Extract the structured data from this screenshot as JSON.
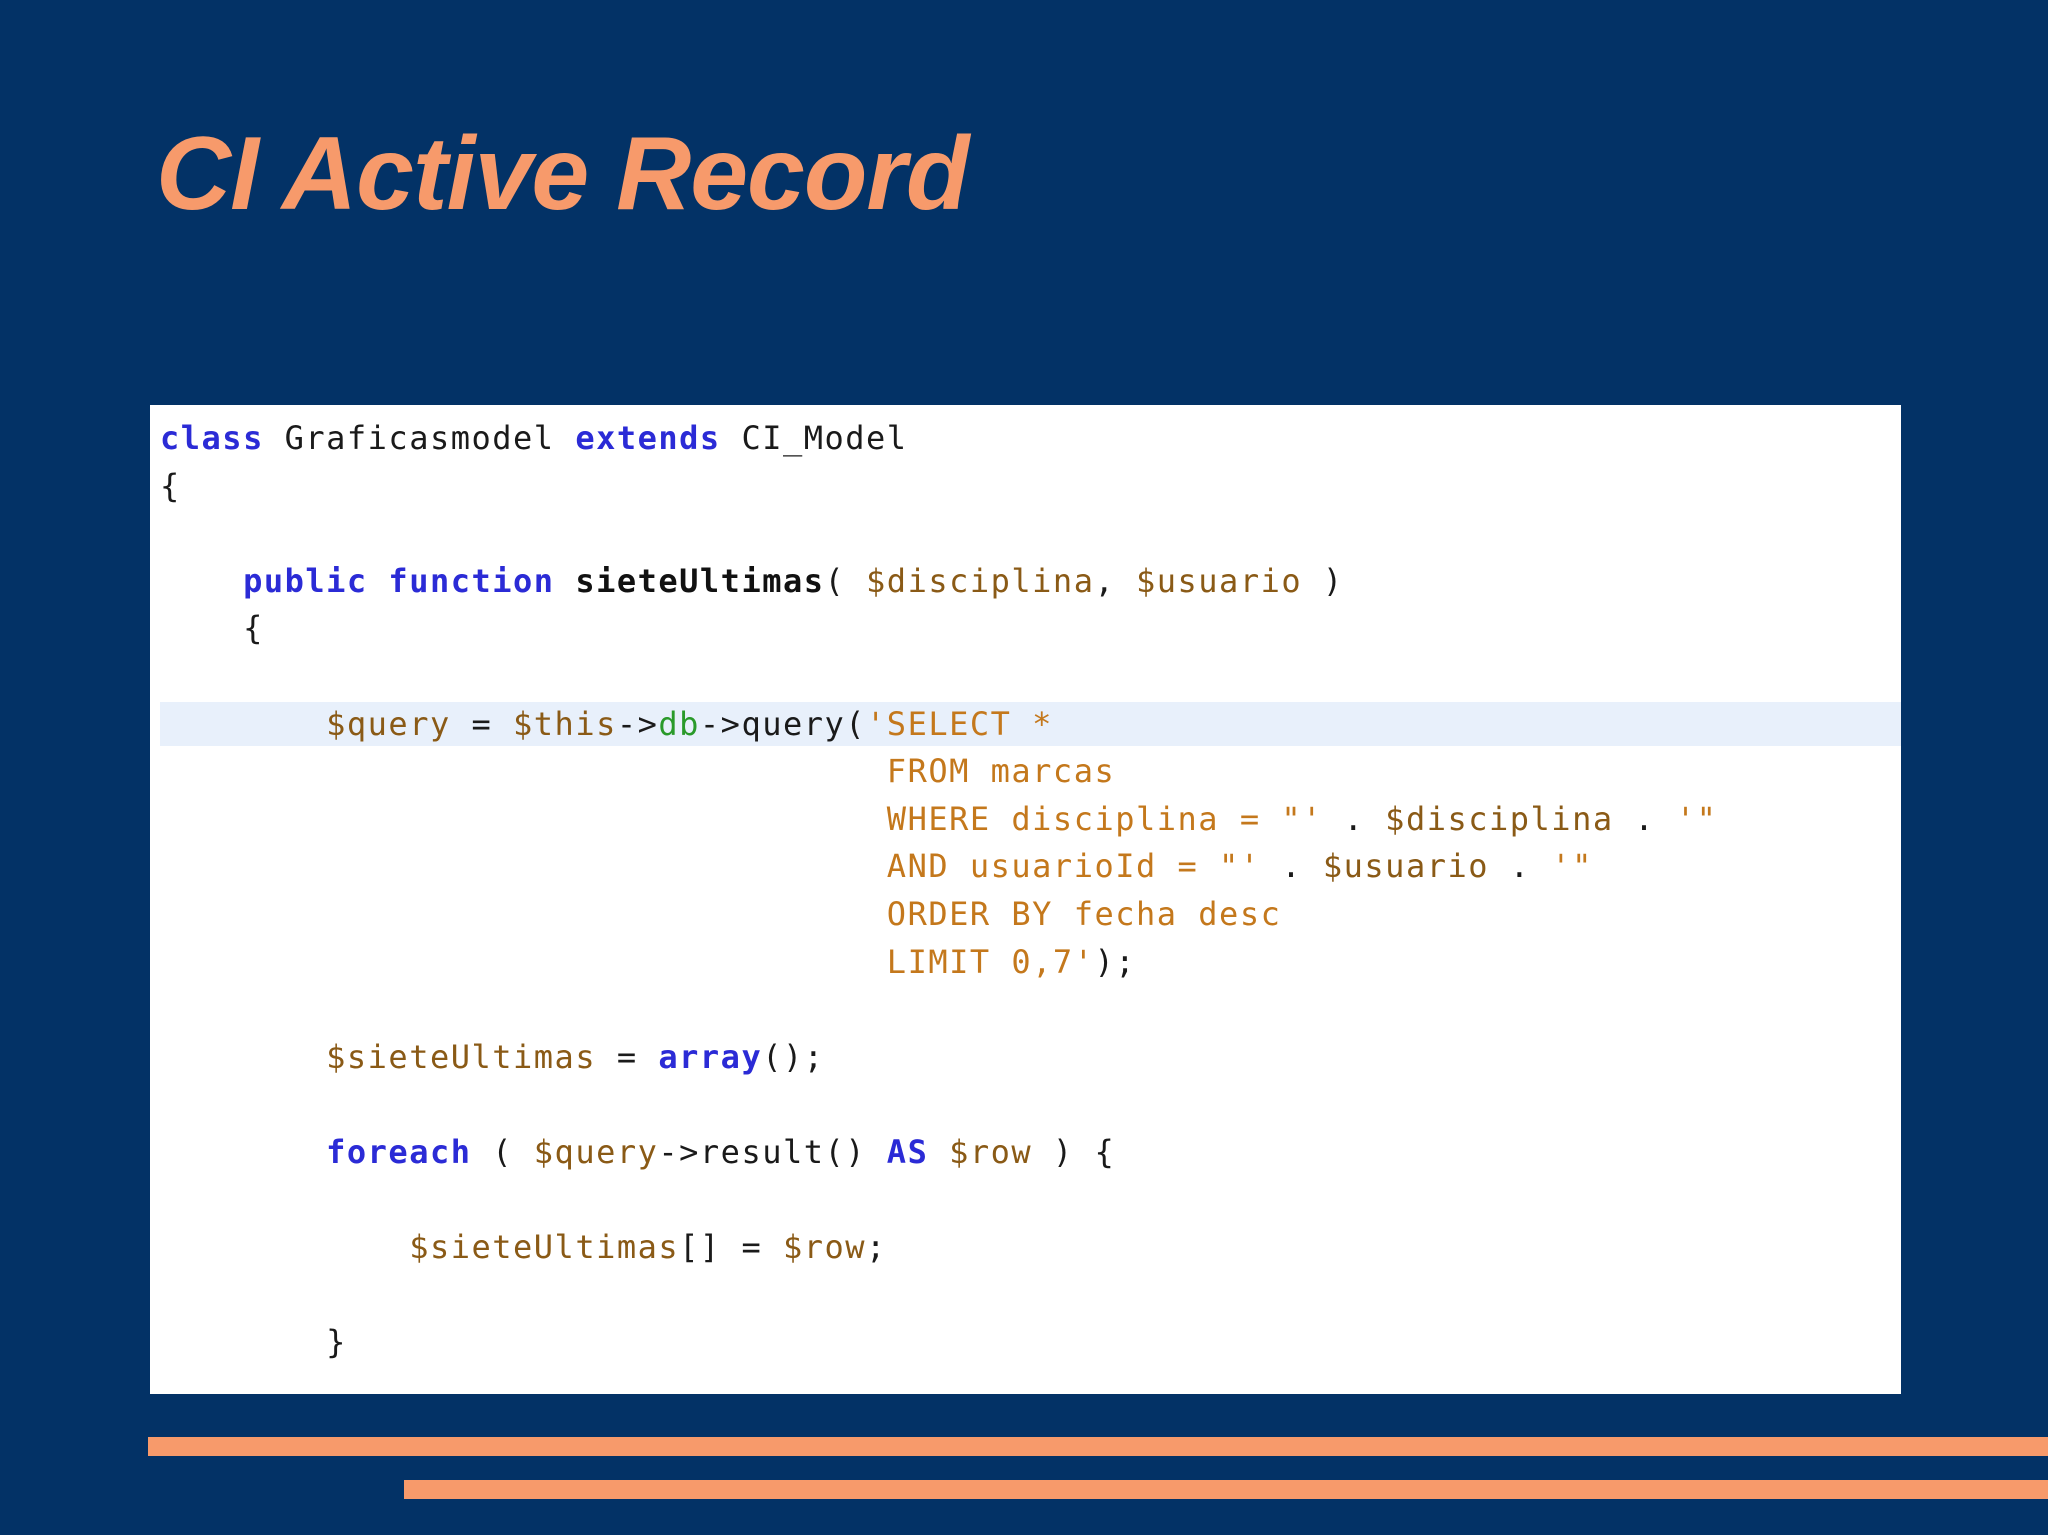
{
  "slide": {
    "title": "CI Active Record",
    "colors": {
      "background": "#033266",
      "accent": "#f79a6b",
      "code_background": "#ffffff",
      "highlight_line": "#e8f0fb",
      "keyword": "#2b2bd6",
      "variable": "#8a5a16",
      "string": "#c4781c",
      "field": "#2a9a2a"
    }
  },
  "code": {
    "lines": [
      {
        "tokens": [
          {
            "t": "class",
            "c": "kw"
          },
          {
            "t": " Graficasmodel ",
            "c": "pl"
          },
          {
            "t": "extends",
            "c": "kw"
          },
          {
            "t": " CI_Model",
            "c": "pl"
          }
        ]
      },
      {
        "tokens": [
          {
            "t": "{",
            "c": "pl"
          }
        ]
      },
      {
        "tokens": []
      },
      {
        "tokens": [
          {
            "t": "    ",
            "c": "pl"
          },
          {
            "t": "public",
            "c": "kw"
          },
          {
            "t": " ",
            "c": "pl"
          },
          {
            "t": "function",
            "c": "kw"
          },
          {
            "t": " ",
            "c": "pl"
          },
          {
            "t": "sieteUltimas",
            "c": "fn"
          },
          {
            "t": "( ",
            "c": "pl"
          },
          {
            "t": "$disciplina",
            "c": "var"
          },
          {
            "t": ", ",
            "c": "pl"
          },
          {
            "t": "$usuario",
            "c": "var"
          },
          {
            "t": " )",
            "c": "pl"
          }
        ]
      },
      {
        "tokens": [
          {
            "t": "    {",
            "c": "pl"
          }
        ]
      },
      {
        "tokens": []
      },
      {
        "highlight": true,
        "tokens": [
          {
            "t": "        ",
            "c": "pl"
          },
          {
            "t": "$query",
            "c": "var"
          },
          {
            "t": " = ",
            "c": "pl"
          },
          {
            "t": "$this",
            "c": "var"
          },
          {
            "t": "->",
            "c": "pl"
          },
          {
            "t": "db",
            "c": "fld"
          },
          {
            "t": "->query(",
            "c": "pl"
          },
          {
            "t": "'SELECT *",
            "c": "str"
          }
        ]
      },
      {
        "tokens": [
          {
            "t": "                                   ",
            "c": "pl"
          },
          {
            "t": "FROM marcas",
            "c": "str"
          }
        ]
      },
      {
        "tokens": [
          {
            "t": "                                   ",
            "c": "pl"
          },
          {
            "t": "WHERE disciplina = \"'",
            "c": "str"
          },
          {
            "t": " . ",
            "c": "pl"
          },
          {
            "t": "$disciplina",
            "c": "var"
          },
          {
            "t": " . ",
            "c": "pl"
          },
          {
            "t": "'\"",
            "c": "str"
          }
        ]
      },
      {
        "tokens": [
          {
            "t": "                                   ",
            "c": "pl"
          },
          {
            "t": "AND usuarioId = \"'",
            "c": "str"
          },
          {
            "t": " . ",
            "c": "pl"
          },
          {
            "t": "$usuario",
            "c": "var"
          },
          {
            "t": " . ",
            "c": "pl"
          },
          {
            "t": "'\"",
            "c": "str"
          }
        ]
      },
      {
        "tokens": [
          {
            "t": "                                   ",
            "c": "pl"
          },
          {
            "t": "ORDER BY fecha desc",
            "c": "str"
          }
        ]
      },
      {
        "tokens": [
          {
            "t": "                                   ",
            "c": "pl"
          },
          {
            "t": "LIMIT 0,7'",
            "c": "str"
          },
          {
            "t": ");",
            "c": "pl"
          }
        ]
      },
      {
        "tokens": []
      },
      {
        "tokens": [
          {
            "t": "        ",
            "c": "pl"
          },
          {
            "t": "$sieteUltimas",
            "c": "var"
          },
          {
            "t": " = ",
            "c": "pl"
          },
          {
            "t": "array",
            "c": "kw"
          },
          {
            "t": "();",
            "c": "pl"
          }
        ]
      },
      {
        "tokens": []
      },
      {
        "tokens": [
          {
            "t": "        ",
            "c": "pl"
          },
          {
            "t": "foreach",
            "c": "kw"
          },
          {
            "t": " ( ",
            "c": "pl"
          },
          {
            "t": "$query",
            "c": "var"
          },
          {
            "t": "->result() ",
            "c": "pl"
          },
          {
            "t": "AS",
            "c": "kw"
          },
          {
            "t": " ",
            "c": "pl"
          },
          {
            "t": "$row",
            "c": "var"
          },
          {
            "t": " ) {",
            "c": "pl"
          }
        ]
      },
      {
        "tokens": []
      },
      {
        "tokens": [
          {
            "t": "            ",
            "c": "pl"
          },
          {
            "t": "$sieteUltimas",
            "c": "var"
          },
          {
            "t": "[] = ",
            "c": "pl"
          },
          {
            "t": "$row",
            "c": "var"
          },
          {
            "t": ";",
            "c": "pl"
          }
        ]
      },
      {
        "tokens": []
      },
      {
        "tokens": [
          {
            "t": "        }",
            "c": "pl"
          }
        ]
      }
    ]
  }
}
